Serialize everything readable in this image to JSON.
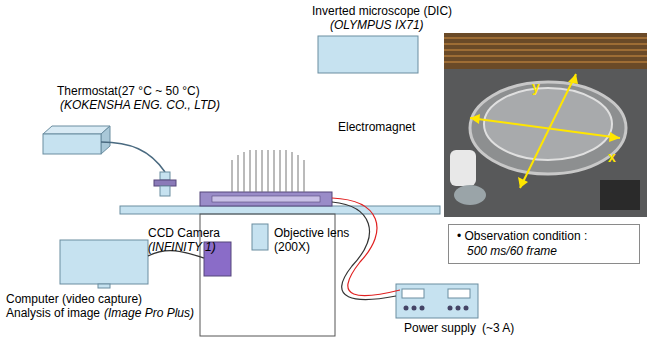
{
  "diagram": {
    "nodes": [
      {
        "text": [
          "• Observation condition :",
          "500 ms/60 frame"
        ]
      }
    ],
    "edges": [],
    "labels": [
      "Inverted microscope (DIC)",
      "(OLYMPUS IX71)",
      "Thermostat(27 °C ~ 50 °C)",
      "(KOKENSHA ENG. CO., LTD)",
      "Electromagnet",
      "CCD Camera",
      "(INFINITY 1)",
      "Objective lens",
      "(200X)",
      "Computer (video capture)",
      "Analysis of image",
      "(Image Pro Plus)",
      "Power supply",
      "(~3 A)",
      "y",
      "x"
    ]
  }
}
